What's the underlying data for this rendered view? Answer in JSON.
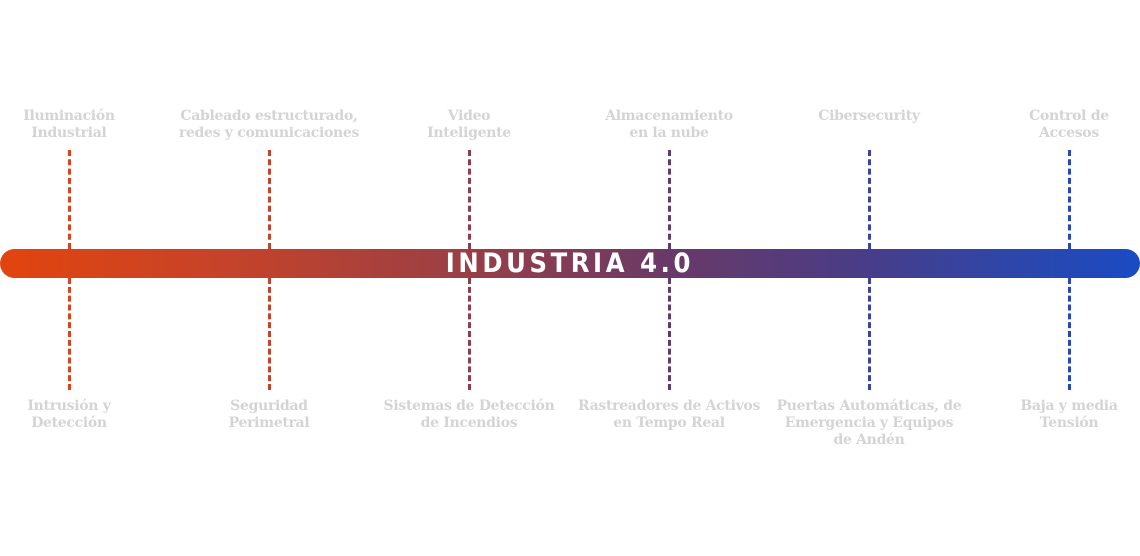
{
  "title": "INDUSTRIA 4.0",
  "colors": {
    "bar_start": "#e2440e",
    "bar_end": "#1a4bc4",
    "label_text": "#d4d4d4",
    "title_text": "#ffffff"
  },
  "nodes": [
    {
      "top_label": [
        "Iluminación",
        "Industrial"
      ],
      "bottom_label": [
        "Intrusión y",
        "Detección"
      ],
      "line_color": "#d8441c"
    },
    {
      "top_label": [
        "Cableado estructurado,",
        "redes y comunicaciones"
      ],
      "bottom_label": [
        "Seguridad",
        "Perimetral"
      ],
      "line_color": "#c4432b"
    },
    {
      "top_label": [
        "Video",
        "Inteligente"
      ],
      "bottom_label": [
        "Sistemas de Detección",
        "de Incendios"
      ],
      "line_color": "#8f3d4e"
    },
    {
      "top_label": [
        "Almacenamiento",
        "en la nube"
      ],
      "bottom_label": [
        "Rastreadores de Activos",
        "en Tempo Real"
      ],
      "line_color": "#5f3a6e"
    },
    {
      "top_label": [
        "Cibersecurity"
      ],
      "bottom_label": [
        "Puertas Automáticas, de",
        "Emergencia y Equipos",
        "de Andén"
      ],
      "line_color": "#3b42a0"
    },
    {
      "top_label": [
        "Control de",
        "Accesos"
      ],
      "bottom_label": [
        "Baja y media",
        "Tensión"
      ],
      "line_color": "#2647b8"
    }
  ]
}
